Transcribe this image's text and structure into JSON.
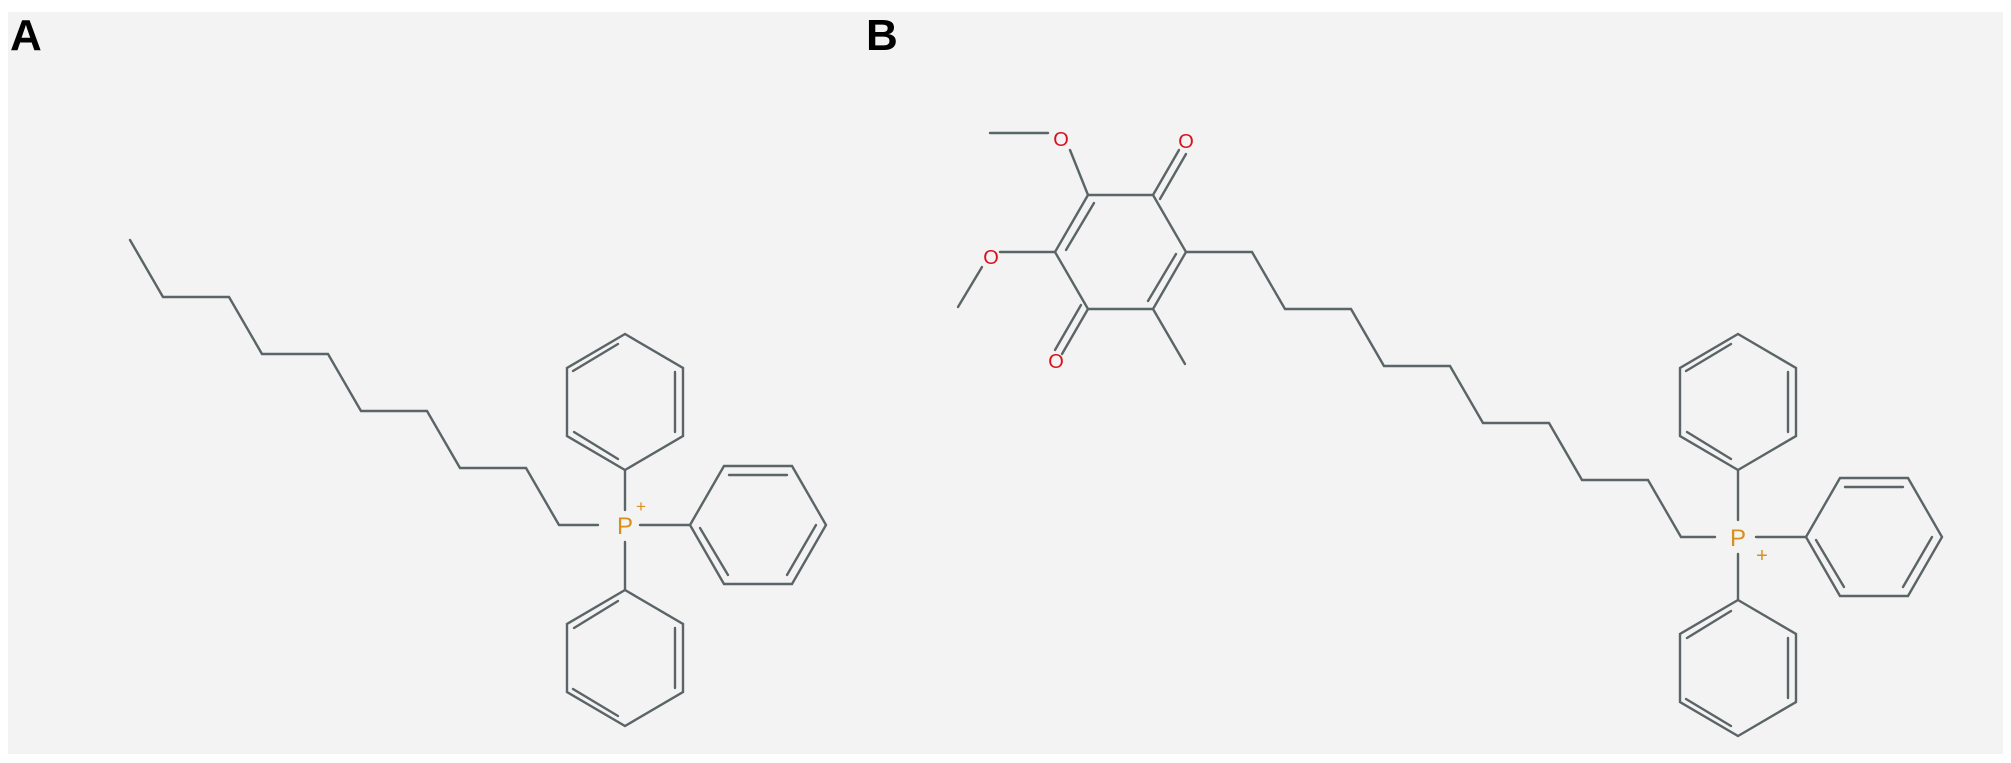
{
  "panels": {
    "a": {
      "label": "A"
    },
    "b": {
      "label": "B"
    }
  },
  "atoms": {
    "phosphorus": "P",
    "oxygen": "O",
    "charge": "+"
  },
  "colors": {
    "bond": "#5b6467",
    "phosphorus": "#d98f1b",
    "oxygen": "#d8121e",
    "background": "#f3f3f3"
  }
}
